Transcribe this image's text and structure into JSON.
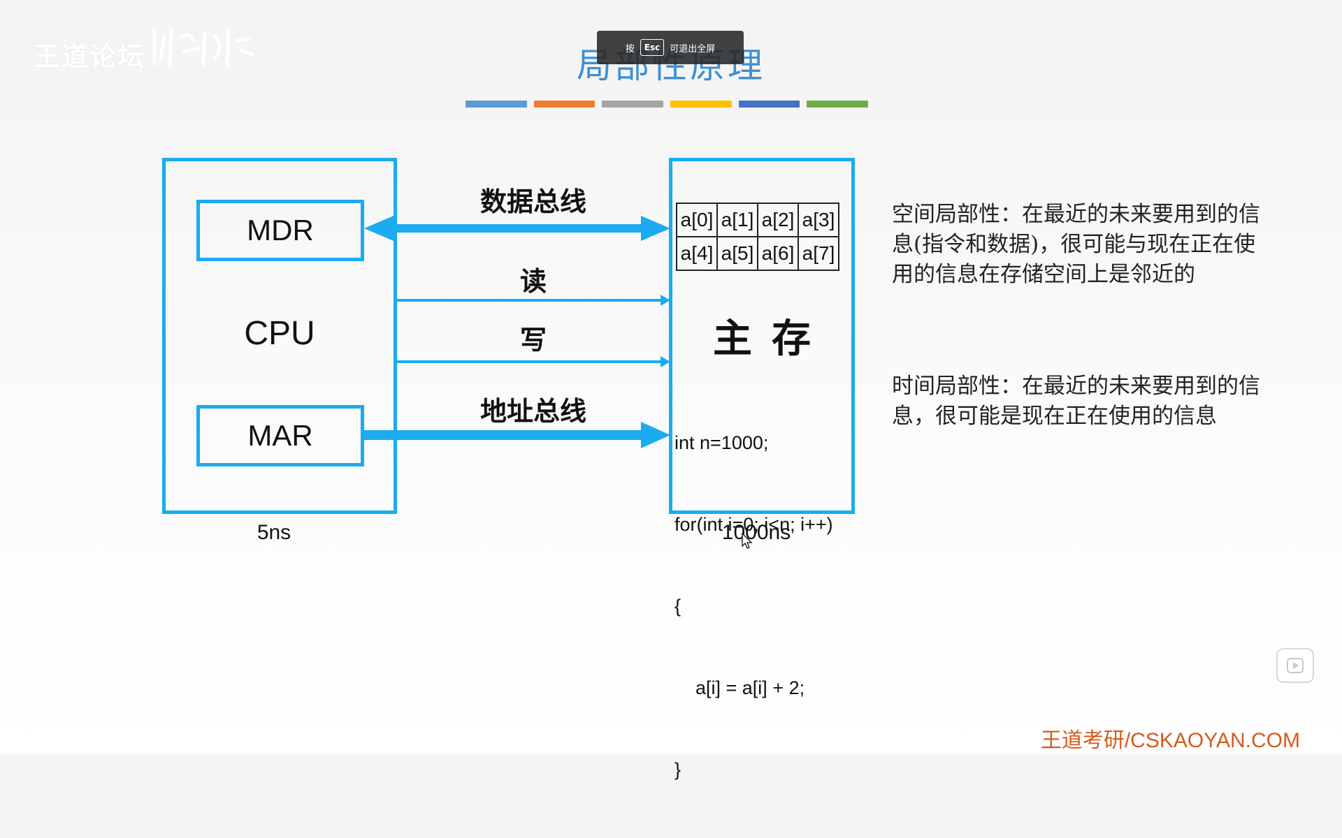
{
  "watermark": {
    "text": "王道论坛"
  },
  "toast": {
    "prefix": "按",
    "key": "Esc",
    "suffix": "可退出全屏"
  },
  "slide": {
    "title": "局部性原理",
    "color_bar": [
      "#5b9bd5",
      "#ed7d31",
      "#a5a5a5",
      "#ffc000",
      "#4472c4",
      "#70ad47"
    ]
  },
  "cpu": {
    "label": "CPU",
    "mdr": "MDR",
    "mar": "MAR",
    "time": "5ns"
  },
  "buses": {
    "data": "数据总线",
    "read": "读",
    "write": "写",
    "address": "地址总线"
  },
  "memory": {
    "label": "主存",
    "time": "1000ns",
    "array": [
      [
        "a[0]",
        "a[1]",
        "a[2]",
        "a[3]"
      ],
      [
        "a[4]",
        "a[5]",
        "a[6]",
        "a[7]"
      ]
    ],
    "code": [
      "int n=1000;",
      "for(int i=0; i<n; i++)",
      "{",
      "    a[i] = a[i] + 2;",
      "}"
    ]
  },
  "notes": {
    "spatial": "空间局部性：在最近的未来要用到的信息(指令和数据)，很可能与现在正在使用的信息在存储空间上是邻近的",
    "temporal": "时间局部性：在最近的未来要用到的信息，很可能是现在正在使用的信息"
  },
  "footer": {
    "brand": "王道考研/CSKAOYAN.COM"
  },
  "colors": {
    "accent_blue": "#1aabf0",
    "title_blue": "#3e8fd4",
    "brand_orange": "#d65a1e"
  }
}
